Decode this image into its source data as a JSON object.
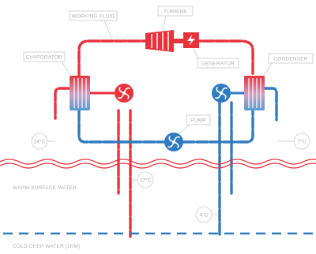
{
  "labels": {
    "turbine": "TURBINE",
    "working_fluid": "WORKING FLUID",
    "generator": "GENERATOR",
    "evaporator": "EVAPORATOR",
    "condenser": "CONDENSER",
    "pump": "PUMP",
    "warm_surface_water": "WARM SURFACE WATER",
    "cold_deep_water": "COLD DEEP WATER [1KM]"
  },
  "temperatures": {
    "warm_in": "24°C",
    "warm_out": "27°C",
    "cold_in": "4°C",
    "cold_out": "7°C"
  },
  "colors": {
    "hot": "#e8323c",
    "cold": "#2f7bbf",
    "water": "#e8323c",
    "label_gray": "#b0b0b0"
  },
  "icons": [
    "turbine-icon",
    "generator-icon",
    "evaporator-icon",
    "condenser-icon",
    "pump-icon",
    "wave-icon"
  ]
}
